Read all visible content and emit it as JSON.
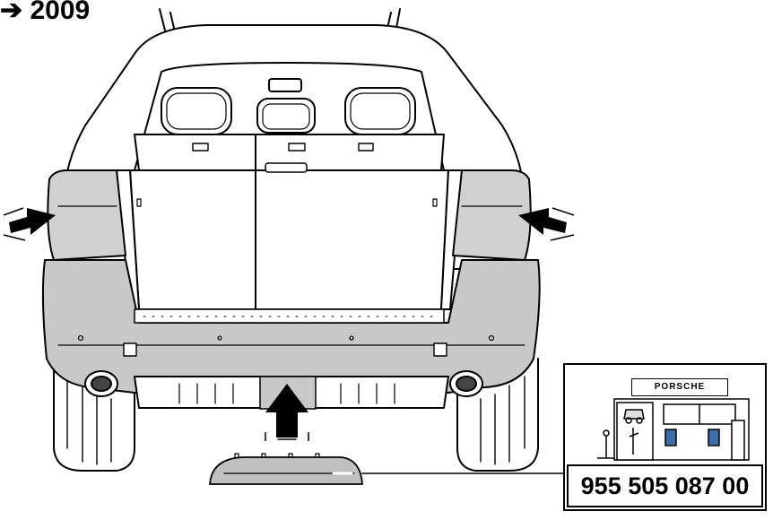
{
  "title": "➔ 2009",
  "callout": {
    "part_number": "955 505 087 00",
    "dealer_sign": "PORSCHE"
  },
  "colors": {
    "line": "#000000",
    "body_fill": "#ffffff",
    "bumper_fill": "#c8c8c8",
    "lamp_fill": "#d0d0d0",
    "panel_fill": "#b4b4b4"
  },
  "icons": [
    "arrow-left-icon",
    "arrow-right-icon",
    "arrow-up-icon",
    "dealer-building-icon"
  ]
}
